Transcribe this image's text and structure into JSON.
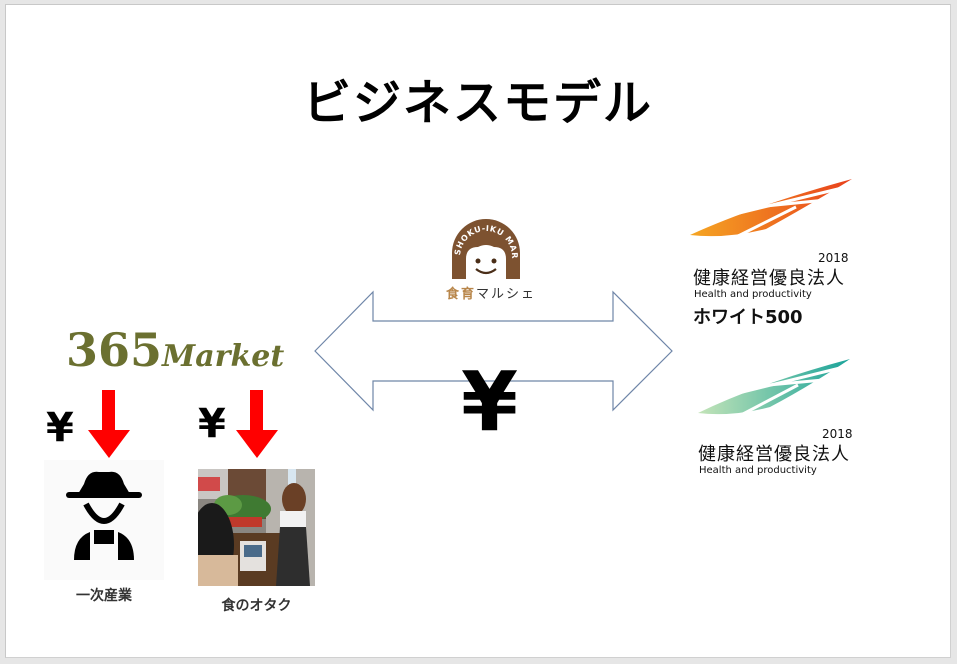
{
  "slide": {
    "title": "ビジネスモデル",
    "frame_color": "#e6e6e6",
    "background": "#ffffff"
  },
  "left_entity": {
    "logo_number": "365",
    "logo_word": "Market",
    "logo_color": "#6b7030"
  },
  "flows": [
    {
      "currency_icon": "yen-icon",
      "currency": "¥",
      "arrow_color": "#ff0000",
      "target": "一次産業"
    },
    {
      "currency_icon": "yen-icon",
      "currency": "¥",
      "arrow_color": "#ff0000",
      "target": "食のオタク"
    }
  ],
  "recipients": {
    "farmer_label": "一次産業",
    "otaku_label": "食のオタク"
  },
  "center": {
    "logo_arc_text": "SHOKU-IKU MARCHE",
    "logo_kanji": "食育",
    "logo_kana": "マルシェ",
    "logo_brown": "#8a5a2e",
    "logo_gold": "#b8864a",
    "exchange_currency": "¥",
    "arrow_stroke": "#6f86a8"
  },
  "awards": [
    {
      "year": "2018",
      "title_jp": "健康経営優良法人",
      "title_en": "Health and productivity",
      "subtitle": "ホワイト500",
      "colors": [
        "#f5a623",
        "#e8401c"
      ]
    },
    {
      "year": "2018",
      "title_jp": "健康経営優良法人",
      "title_en": "Health and productivity",
      "colors": [
        "#b5dcae",
        "#1aa39a"
      ]
    }
  ]
}
